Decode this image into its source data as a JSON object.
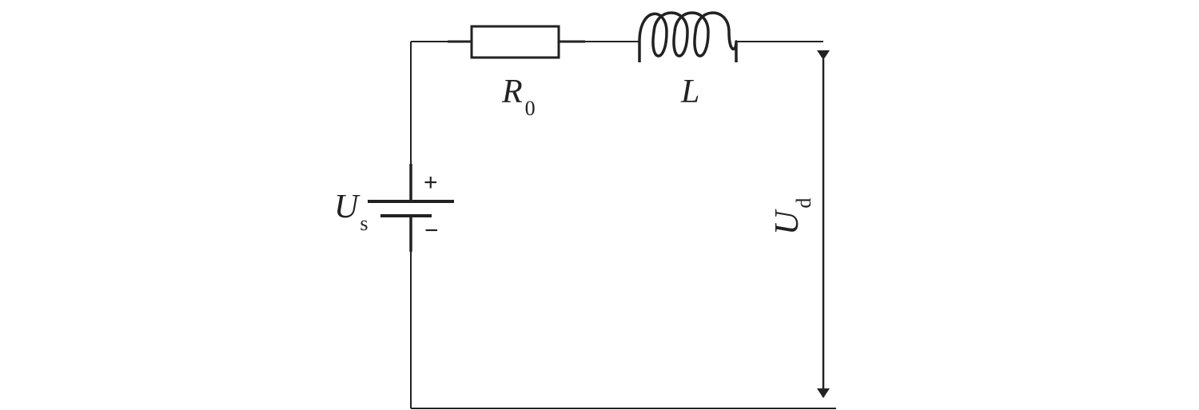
{
  "circuit": {
    "resistor": {
      "symbol": "R",
      "subscript": "0"
    },
    "inductor": {
      "symbol": "L"
    },
    "source": {
      "symbol": "U",
      "subscript": "s",
      "plus_sign": "+",
      "minus_sign": "−"
    },
    "output_voltage": {
      "symbol": "U",
      "subscript": "d"
    }
  },
  "colors": {
    "stroke": "#222222",
    "background": "#ffffff"
  }
}
